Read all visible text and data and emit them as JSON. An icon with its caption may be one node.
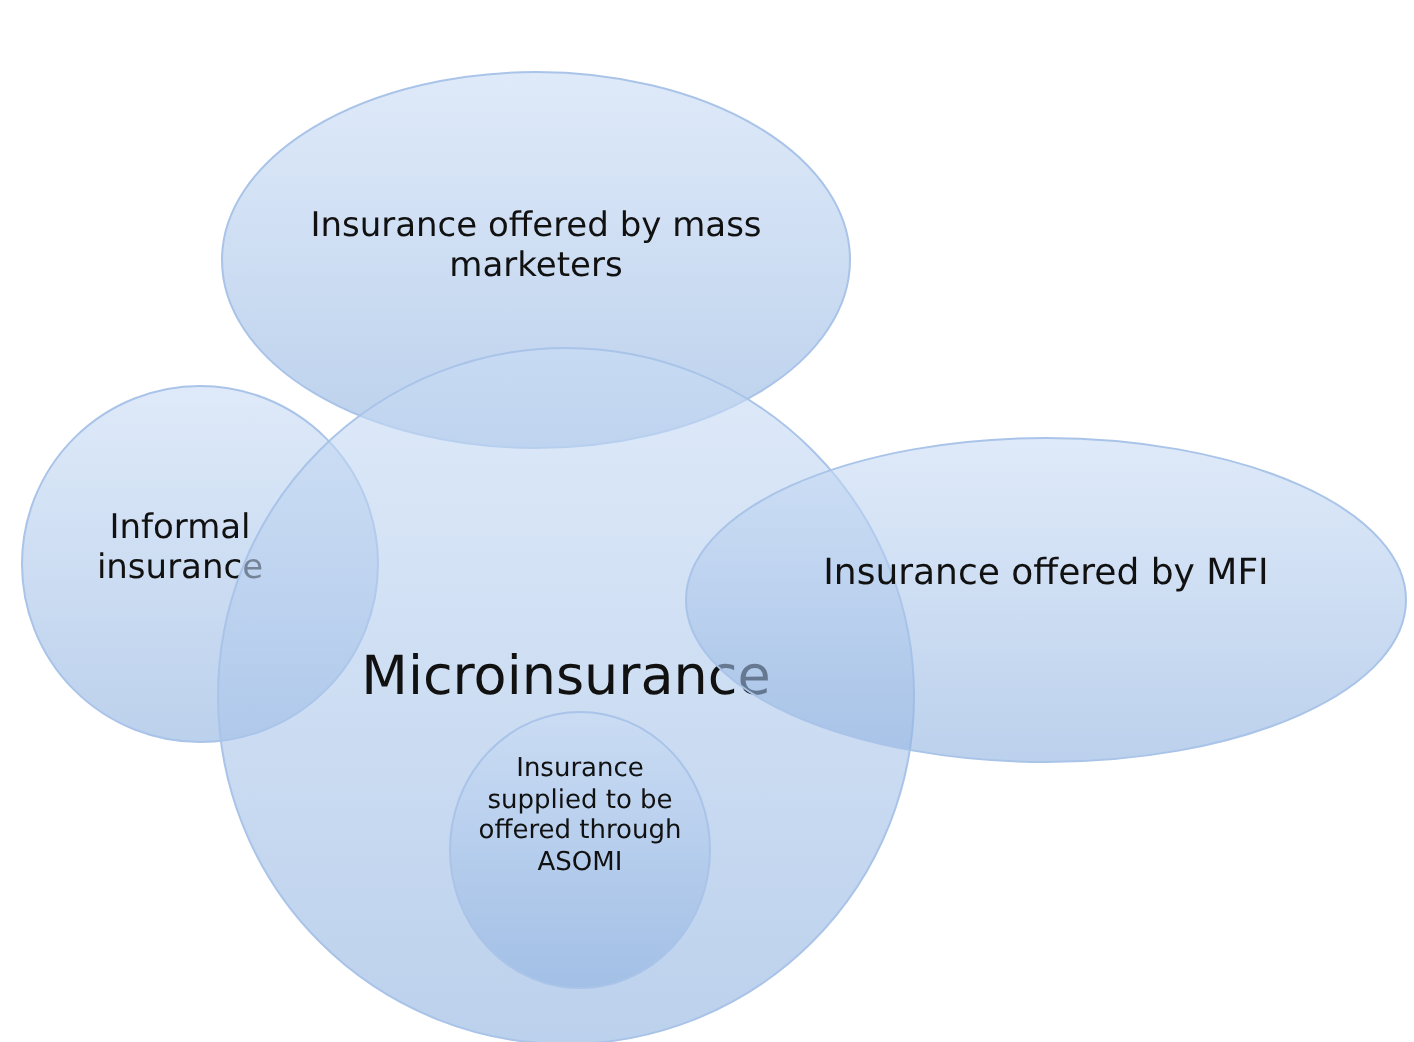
{
  "diagram": {
    "nodes": [
      {
        "text": [
          "Insurance offered by mass marketers"
        ]
      },
      {
        "text": [
          "Informal insurance"
        ]
      },
      {
        "text": [
          "Microinsurance"
        ]
      },
      {
        "text": [
          "Insurance supplied to be offered through ASOMI"
        ],
        "in": 2
      },
      {
        "text": [
          "Insurance offered by MFI"
        ]
      }
    ],
    "edges": []
  }
}
